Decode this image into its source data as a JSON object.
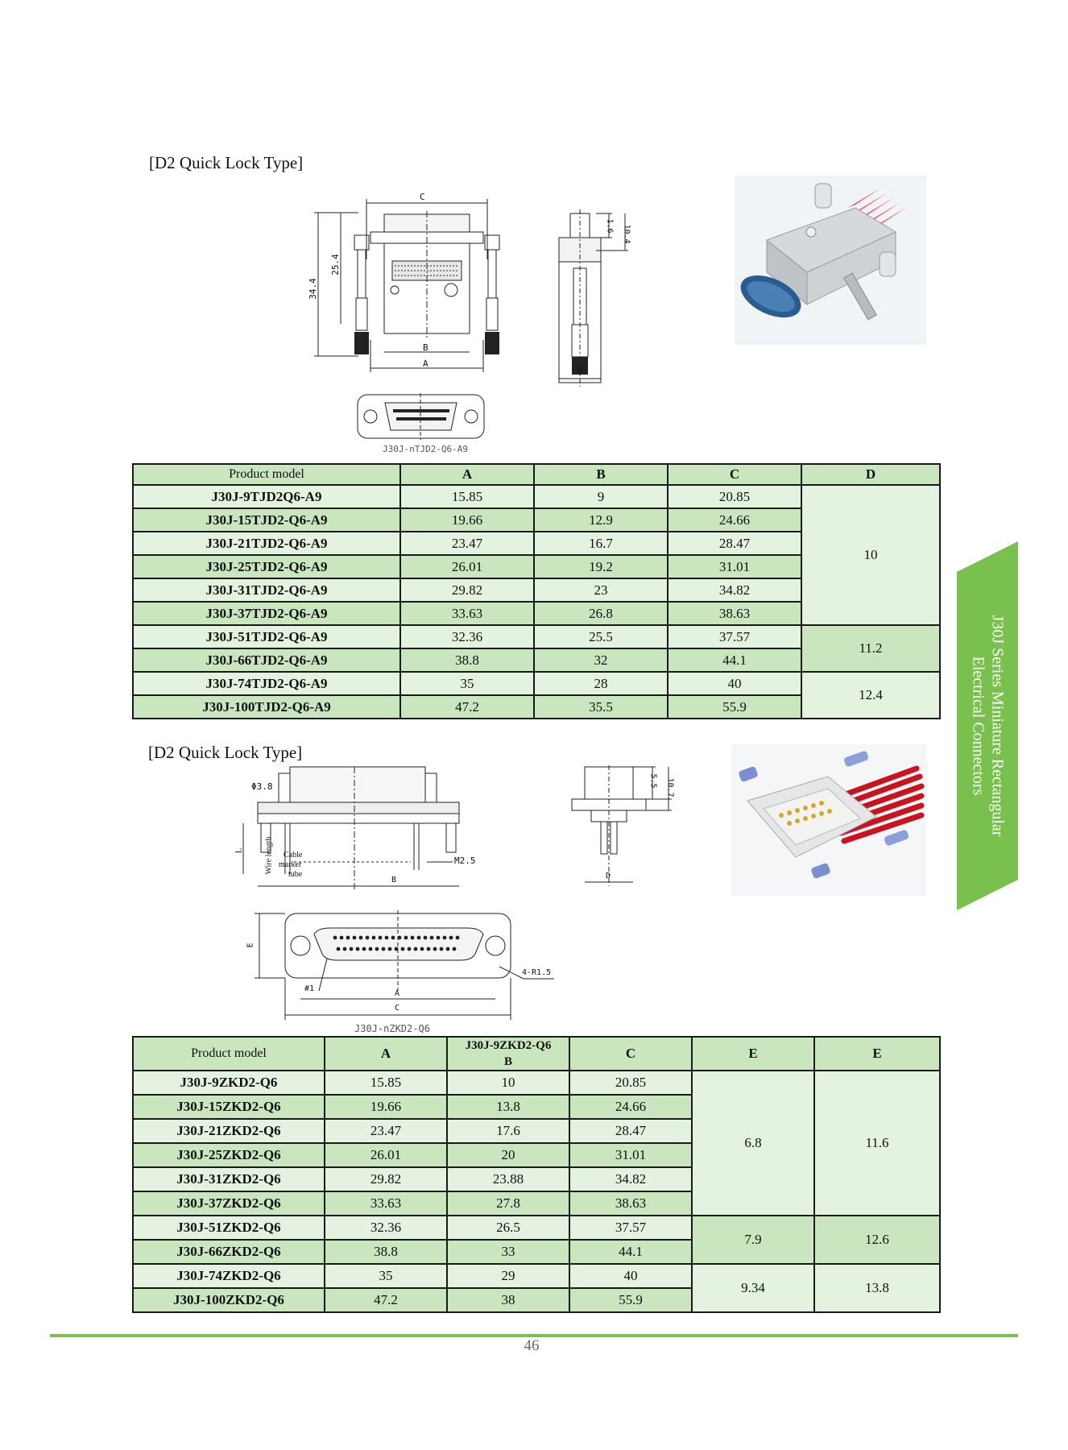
{
  "section1": {
    "title": "[D2 Quick Lock Type]",
    "drawing_caption": "J30J-nTJD2-Q6-A9",
    "dims": {
      "c": "C",
      "h1": "34.4",
      "h2": "25.4",
      "b": "B",
      "a": "A",
      "s1": "1.6",
      "s2": "10.4",
      "d": "D"
    },
    "table": {
      "headers": [
        "Product model",
        "A",
        "B",
        "C",
        "D"
      ],
      "rows": [
        {
          "model": "J30J-9TJD2Q6-A9",
          "a": "15.85",
          "b": "9",
          "c": "20.85"
        },
        {
          "model": "J30J-15TJD2-Q6-A9",
          "a": "19.66",
          "b": "12.9",
          "c": "24.66"
        },
        {
          "model": "J30J-21TJD2-Q6-A9",
          "a": "23.47",
          "b": "16.7",
          "c": "28.47"
        },
        {
          "model": "J30J-25TJD2-Q6-A9",
          "a": "26.01",
          "b": "19.2",
          "c": "31.01"
        },
        {
          "model": "J30J-31TJD2-Q6-A9",
          "a": "29.82",
          "b": "23",
          "c": "34.82"
        },
        {
          "model": "J30J-37TJD2-Q6-A9",
          "a": "33.63",
          "b": "26.8",
          "c": "38.63"
        },
        {
          "model": "J30J-51TJD2-Q6-A9",
          "a": "32.36",
          "b": "25.5",
          "c": "37.57"
        },
        {
          "model": "J30J-66TJD2-Q6-A9",
          "a": "38.8",
          "b": "32",
          "c": "44.1"
        },
        {
          "model": "J30J-74TJD2-Q6-A9",
          "a": "35",
          "b": "28",
          "c": "40"
        },
        {
          "model": "J30J-100TJD2-Q6-A9",
          "a": "47.2",
          "b": "35.5",
          "c": "55.9"
        }
      ],
      "d_values": [
        "10",
        "11.2",
        "12.4"
      ]
    }
  },
  "section2": {
    "title": "[D2 Quick Lock Type]",
    "drawing_caption": "J30J-nZKD2-Q6",
    "dims": {
      "phi": "Φ3.8",
      "l": "L",
      "wire": "Wire length",
      "cable": "Cable",
      "marker": "marker",
      "tube": "tube",
      "m25": "M2.5",
      "b": "B",
      "s1": "5.5",
      "s2": "10.7",
      "d": "D",
      "e": "E",
      "pin1": "#1",
      "r15": "4-R1.5",
      "a": "A",
      "c": "C"
    },
    "table": {
      "headers": [
        "Product model",
        "A",
        "J30J-9ZKD2-Q6",
        "B",
        "C",
        "E",
        "E"
      ],
      "rows": [
        {
          "model": "J30J-9ZKD2-Q6",
          "a": "15.85",
          "b": "10",
          "c": "20.85"
        },
        {
          "model": "J30J-15ZKD2-Q6",
          "a": "19.66",
          "b": "13.8",
          "c": "24.66"
        },
        {
          "model": "J30J-21ZKD2-Q6",
          "a": "23.47",
          "b": "17.6",
          "c": "28.47"
        },
        {
          "model": "J30J-25ZKD2-Q6",
          "a": "26.01",
          "b": "20",
          "c": "31.01"
        },
        {
          "model": "J30J-31ZKD2-Q6",
          "a": "29.82",
          "b": "23.88",
          "c": "34.82"
        },
        {
          "model": "J30J-37ZKD2-Q6",
          "a": "33.63",
          "b": "27.8",
          "c": "38.63"
        },
        {
          "model": "J30J-51ZKD2-Q6",
          "a": "32.36",
          "b": "26.5",
          "c": "37.57"
        },
        {
          "model": "J30J-66ZKD2-Q6",
          "a": "38.8",
          "b": "33",
          "c": "44.1"
        },
        {
          "model": "J30J-74ZKD2-Q6",
          "a": "35",
          "b": "29",
          "c": "40"
        },
        {
          "model": "J30J-100ZKD2-Q6",
          "a": "47.2",
          "b": "38",
          "c": "55.9"
        }
      ],
      "e1_values": [
        "6.8",
        "7.9",
        "9.34"
      ],
      "e2_values": [
        "11.6",
        "12.6",
        "13.8"
      ]
    }
  },
  "side_tab": {
    "line1": "J30J Series Miniature Rectangular",
    "line2": "Electrical Connectors",
    "color": "#79c04e"
  },
  "page_number": "46"
}
